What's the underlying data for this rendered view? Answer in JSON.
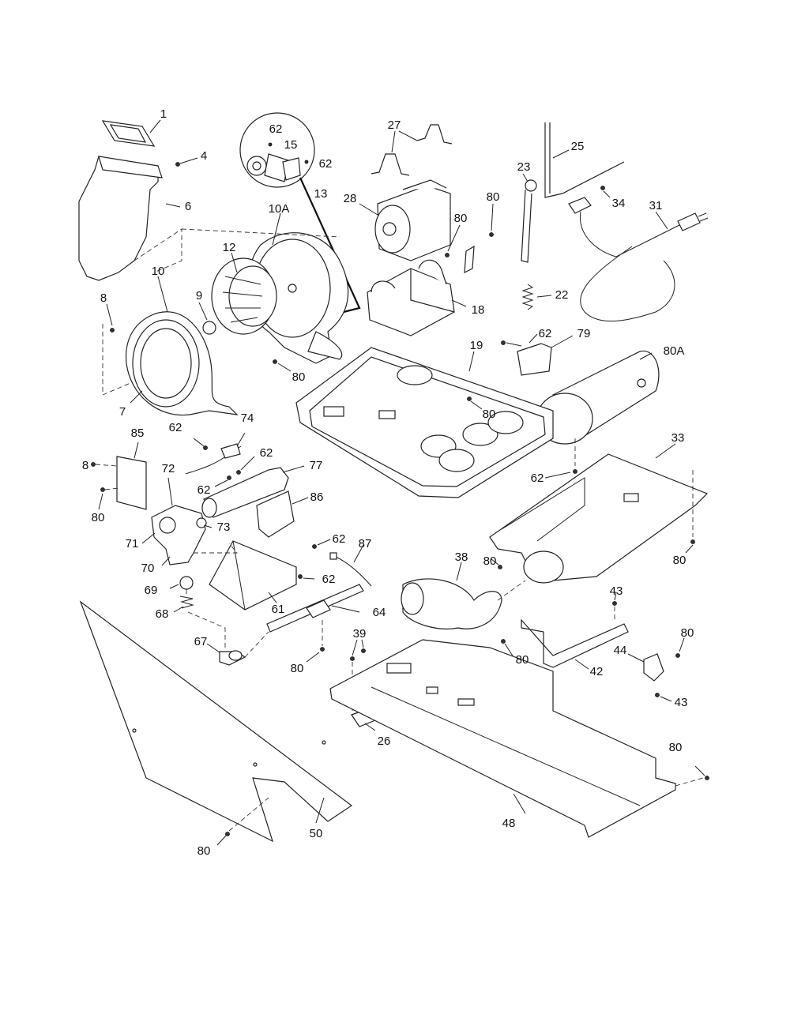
{
  "labels": {
    "l1": "1",
    "l4": "4",
    "l6": "6",
    "l62a": "62",
    "l15": "15",
    "l62b": "62",
    "l13": "13",
    "l27": "27",
    "l25": "25",
    "l23": "23",
    "l80a": "80",
    "l34": "34",
    "l31": "31",
    "l28": "28",
    "l80b": "80",
    "l10A": "10A",
    "l12": "12",
    "l10": "10",
    "l9": "9",
    "l8a": "8",
    "l22": "22",
    "l18": "18",
    "l62c": "62",
    "l79": "79",
    "l80A": "80A",
    "l19": "19",
    "l80c": "80",
    "l7": "7",
    "l80d": "80",
    "l74": "74",
    "l85": "85",
    "l62d": "62",
    "l62e": "62",
    "l8b": "8",
    "l72": "72",
    "l62f": "62",
    "l77": "77",
    "l80e": "80",
    "l86": "86",
    "l73": "73",
    "l71": "71",
    "l62g": "62",
    "l87": "87",
    "l70": "70",
    "l62h": "62",
    "l33": "33",
    "l62i": "62",
    "l80f": "80",
    "l80g": "80",
    "l38": "38",
    "l69": "69",
    "l68": "68",
    "l61": "61",
    "l64": "64",
    "l43a": "43",
    "l67": "67",
    "l80h": "80",
    "l39": "39",
    "l80i": "80",
    "l80j": "80",
    "l44": "44",
    "l42": "42",
    "l43b": "43",
    "l26": "26",
    "l80k": "80",
    "l50": "50",
    "l48": "48",
    "l80l": "80"
  }
}
